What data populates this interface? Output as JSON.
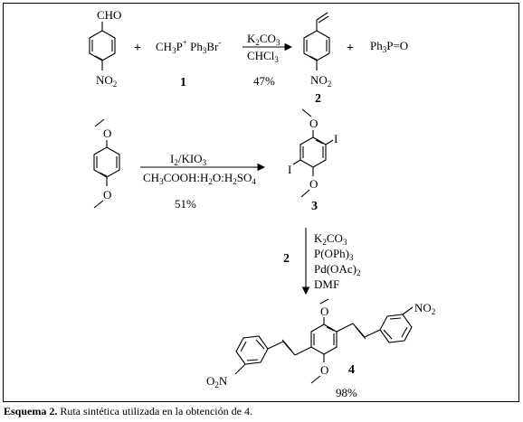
{
  "reaction1": {
    "reactant_a_group": "CHO",
    "reactant_a_sub": "NO",
    "reactant_a_sub_idx": "2",
    "plus": "+",
    "reagent1_label": "CH",
    "reagent1_idx": "3",
    "reagent1_rest": "P",
    "reagent1_sup": "+",
    "reagent1_tail": " Ph",
    "reagent1_idx2": "3",
    "reagent1_br": "Br",
    "reagent1_sup2": "-",
    "reagent1_number": "1",
    "cond_top": "K",
    "cond_top_idx": "2",
    "cond_top_rest": "CO",
    "cond_top_idx2": "3",
    "cond_bottom": "CHCl",
    "cond_bottom_idx": "3",
    "yield": "47%",
    "product_sub": "NO",
    "product_sub_idx": "2",
    "product_number": "2",
    "byproduct_a": "Ph",
    "byproduct_idx": "3",
    "byproduct_b": "P=O"
  },
  "reaction2": {
    "cond_top": "I",
    "cond_top_idx": "2",
    "cond_top_rest": "/KIO",
    "cond_top_idx2": "3",
    "cond_bottom_parts": [
      "CH",
      "3",
      "COOH:H",
      "2",
      "O:H",
      "2",
      "SO",
      "4"
    ],
    "yield": "51%",
    "iodo_top": "I",
    "iodo_left": "I",
    "product_number": "3"
  },
  "reaction3": {
    "reagent_number": "2",
    "cond_lines": [
      [
        "K",
        "2",
        "CO",
        "3"
      ],
      [
        "P(OPh)",
        "3"
      ],
      [
        "Pd(OAc)",
        "2"
      ],
      [
        "DMF"
      ]
    ],
    "product_number": "4",
    "yield": "98%",
    "nitro_right": "NO",
    "nitro_right_idx": "2",
    "nitro_left_a": "O",
    "nitro_left_idx": "2",
    "nitro_left_b": "N"
  },
  "caption": {
    "label": "Esquema 2.",
    "text": " Ruta sintética utilizada en la obtención de 4."
  }
}
